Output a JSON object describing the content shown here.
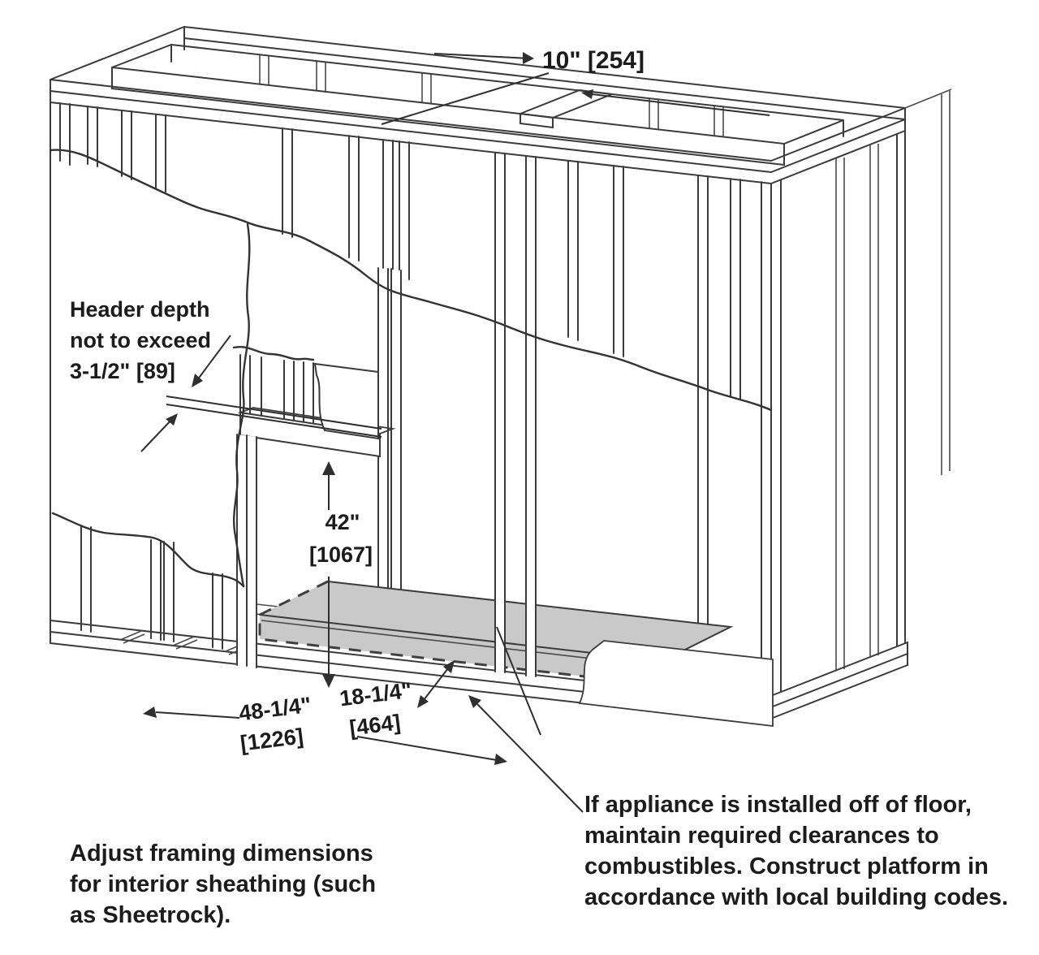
{
  "figure": {
    "title": "Fireplace chase framing diagram",
    "line_color": "#3b3b3b",
    "platform_fill": "#c9c9c9",
    "text_color": "#1c1c1c"
  },
  "dimensions": {
    "top_depth": {
      "label": "10\" [254]"
    },
    "header_note": {
      "line1": "Header depth",
      "line2": "not to exceed",
      "line3": "3-1/2\" [89]"
    },
    "opening_height": {
      "value": "42\"",
      "metric": "[1067]"
    },
    "framing_width": {
      "value": "48-1/4\"",
      "metric": "[1226]"
    },
    "platform_depth": {
      "value": "18-1/4\"",
      "metric": "[464]"
    }
  },
  "notes": {
    "sheathing": {
      "line1": "Adjust framing dimensions",
      "line2": "for interior sheathing (such",
      "line3": "as Sheetrock)."
    },
    "platform": {
      "line1": "If appliance is installed off of floor,",
      "line2": "maintain required clearances to",
      "line3": "combustibles. Construct platform in",
      "line4": "accordance with local building codes."
    }
  }
}
